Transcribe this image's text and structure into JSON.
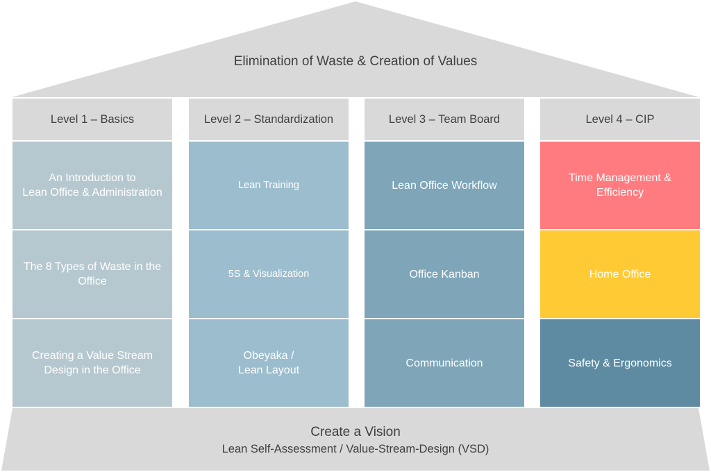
{
  "roof": {
    "title": "Elimination of Waste & Creation of Values"
  },
  "columns": [
    {
      "header": "Level 1 – Basics",
      "cells": [
        {
          "text": "An Introduction to\nLean Office & Administration",
          "color": "#b6c8cf"
        },
        {
          "text": "The 8 Types of Waste in the\nOffice",
          "color": "#b6c8cf"
        },
        {
          "text": "Creating a Value Stream\nDesign in the Office",
          "color": "#b6c8cf"
        }
      ]
    },
    {
      "header": "Level 2 – Standardization",
      "cells": [
        {
          "text": "Lean Training",
          "color": "#9bbdcd"
        },
        {
          "text": "5S & Visualization",
          "color": "#9bbdcd"
        },
        {
          "text": "Obeyaka /\nLean Layout",
          "color": "#9bbdcd"
        }
      ]
    },
    {
      "header": "Level 3 – Team Board",
      "cells": [
        {
          "text": "Lean Office Workflow",
          "color": "#7ea5b8"
        },
        {
          "text": "Office Kanban",
          "color": "#7ea5b8"
        },
        {
          "text": "Communication",
          "color": "#7ea5b8"
        }
      ]
    },
    {
      "header": "Level 4 – CIP",
      "cells": [
        {
          "text": "Time Management &\nEfficiency",
          "color": "#ff7b7f"
        },
        {
          "text": "Home Office",
          "color": "#ffca33"
        },
        {
          "text": "Safety & Ergonomics",
          "color": "#5e8ba2"
        }
      ]
    }
  ],
  "foundation": {
    "title": "Create a Vision",
    "subtitle": "Lean Self-Assessment / Value-Stream-Design (VSD)"
  },
  "colors": {
    "roof": "#d9d9d9",
    "header": "#d9d9d9",
    "foundation": "#d9d9d9",
    "text_dark": "#3f3f3f"
  }
}
